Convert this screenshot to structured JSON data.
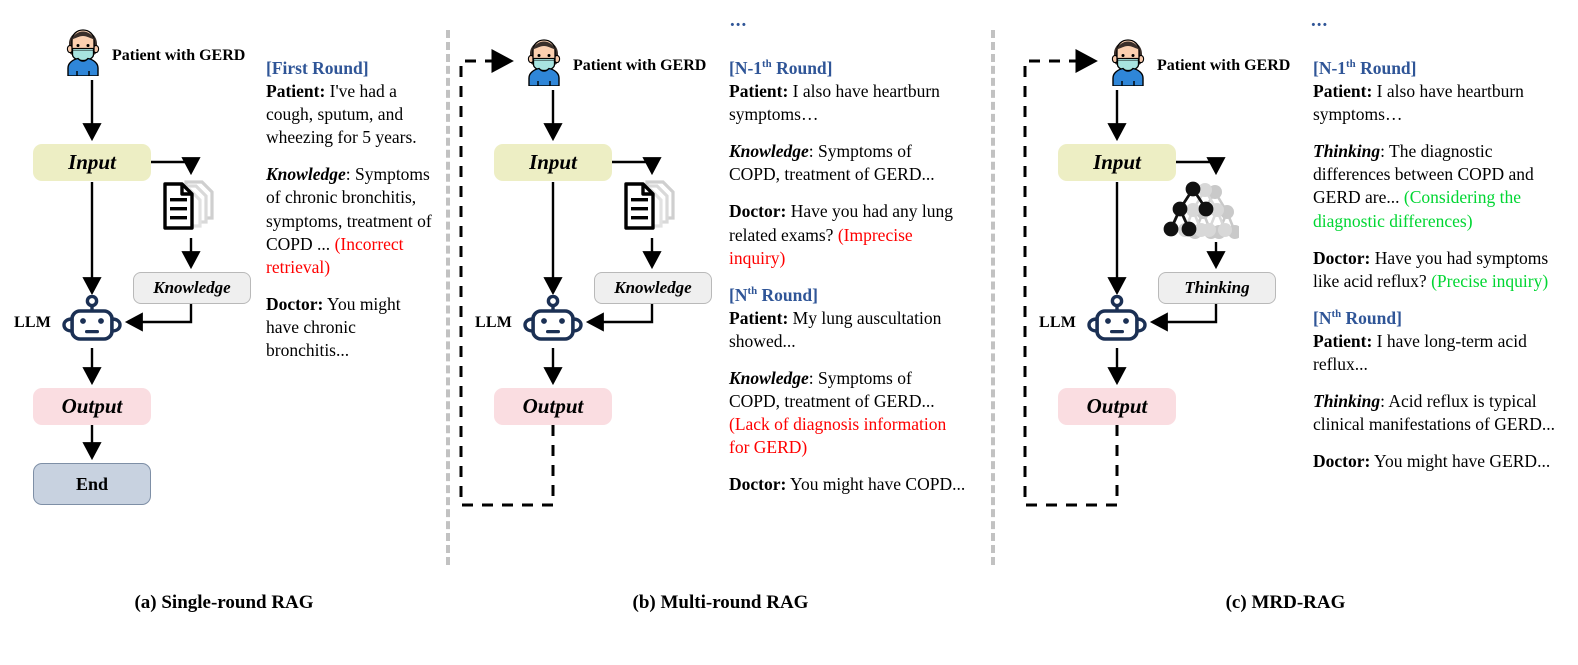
{
  "figure": {
    "panels": [
      {
        "id": "a",
        "caption": "(a) Single-round RAG",
        "patient_label": "Patient with GERD",
        "llm_label": "LLM",
        "nodes": {
          "input": "Input",
          "retrieval": "Knowledge",
          "output": "Output",
          "end": "End"
        },
        "icons": {
          "avatar": "patient-avatar-icon",
          "retrieval": "documents-icon",
          "model": "robot-icon"
        },
        "has_ellipsis": false,
        "has_loop": false,
        "transcript": [
          {
            "round": "[First Round]",
            "lines": [
              {
                "speaker": "Patient:",
                "speaker_style": "bold",
                "text": " I've had a cough, sputum, and wheezing for 5 years."
              }
            ]
          },
          {
            "round": "",
            "lines": [
              {
                "speaker": "Knowledge",
                "speaker_style": "bolditalic",
                "text": ": Symptoms of chronic bronchitis, symptoms, treatment of COPD ... ",
                "note": "(Incorrect retrieval)",
                "note_color": "red"
              }
            ]
          },
          {
            "round": "",
            "lines": [
              {
                "speaker": "Doctor:",
                "speaker_style": "bold",
                "text": " You might have chronic bronchitis..."
              }
            ]
          }
        ]
      },
      {
        "id": "b",
        "caption": "(b) Multi-round RAG",
        "patient_label": "Patient with GERD",
        "llm_label": "LLM",
        "ellipsis": "...",
        "nodes": {
          "input": "Input",
          "retrieval": "Knowledge",
          "output": "Output"
        },
        "icons": {
          "avatar": "patient-avatar-icon",
          "retrieval": "documents-icon",
          "model": "robot-icon"
        },
        "has_ellipsis": true,
        "has_loop": true,
        "transcript": [
          {
            "round": "[N-1th Round]",
            "round_base": "[N-1",
            "round_sup": "th",
            "round_tail": " Round]",
            "lines": [
              {
                "speaker": "Patient:",
                "speaker_style": "bold",
                "text": " I also have heartburn symptoms…"
              }
            ]
          },
          {
            "round": "",
            "lines": [
              {
                "speaker": "Knowledge",
                "speaker_style": "bolditalic",
                "text": ": Symptoms of COPD, treatment of GERD..."
              }
            ]
          },
          {
            "round": "",
            "lines": [
              {
                "speaker": "Doctor:",
                "speaker_style": "bold",
                "text": " Have you had any lung related exams? ",
                "note": "(Imprecise inquiry)",
                "note_color": "red"
              }
            ]
          },
          {
            "round": "[Nth Round]",
            "round_base": "[N",
            "round_sup": "th",
            "round_tail": " Round]",
            "lines": [
              {
                "speaker": "Patient:",
                "speaker_style": "bold",
                "text": " My lung auscultation showed..."
              }
            ]
          },
          {
            "round": "",
            "lines": [
              {
                "speaker": "Knowledge",
                "speaker_style": "bolditalic",
                "text": ": Symptoms of COPD, treatment of GERD... ",
                "note": "(Lack of diagnosis information for GERD)",
                "note_color": "red"
              }
            ]
          },
          {
            "round": "",
            "lines": [
              {
                "speaker": "Doctor:",
                "speaker_style": "bold",
                "text": " You might have COPD..."
              }
            ]
          }
        ]
      },
      {
        "id": "c",
        "caption": "(c) MRD-RAG",
        "patient_label": "Patient with GERD",
        "llm_label": "LLM",
        "ellipsis": "...",
        "nodes": {
          "input": "Input",
          "retrieval": "Thinking",
          "output": "Output"
        },
        "icons": {
          "avatar": "patient-avatar-icon",
          "retrieval": "knowledge-tree-icon",
          "model": "robot-icon"
        },
        "has_ellipsis": true,
        "has_loop": true,
        "transcript": [
          {
            "round": "[N-1th Round]",
            "round_base": "[N-1",
            "round_sup": "th",
            "round_tail": " Round]",
            "lines": [
              {
                "speaker": "Patient:",
                "speaker_style": "bold",
                "text": " I also have heartburn symptoms…"
              }
            ]
          },
          {
            "round": "",
            "lines": [
              {
                "speaker": "Thinking",
                "speaker_style": "bolditalic",
                "text": ": The diagnostic differences between COPD and GERD are... ",
                "note": "(Considering the diagnostic differences)",
                "note_color": "green"
              }
            ]
          },
          {
            "round": "",
            "lines": [
              {
                "speaker": "Doctor:",
                "speaker_style": "bold",
                "text": " Have you had symptoms like acid reflux? ",
                "note": "(Precise inquiry)",
                "note_color": "green"
              }
            ]
          },
          {
            "round": "[Nth Round]",
            "round_base": "[N",
            "round_sup": "th",
            "round_tail": " Round]",
            "lines": [
              {
                "speaker": "Patient:",
                "speaker_style": "bold",
                "text": " I have long-term acid reflux..."
              }
            ]
          },
          {
            "round": "",
            "lines": [
              {
                "speaker": "Thinking",
                "speaker_style": "bolditalic",
                "text": ": Acid reflux is typical clinical manifestations of GERD..."
              }
            ]
          },
          {
            "round": "",
            "lines": [
              {
                "speaker": "Doctor:",
                "speaker_style": "bold",
                "text": " You might have GERD..."
              }
            ]
          }
        ]
      }
    ],
    "colors": {
      "input_box": "#edeec4",
      "output_box": "#fadde1",
      "end_box": "#c8d2e0",
      "knowledge_box": "#efefef",
      "round_label": "#2f5597",
      "error_note": "#ff0000",
      "good_note": "#00d632",
      "robot": "#1b3054",
      "divider": "#c2c2c2"
    }
  }
}
